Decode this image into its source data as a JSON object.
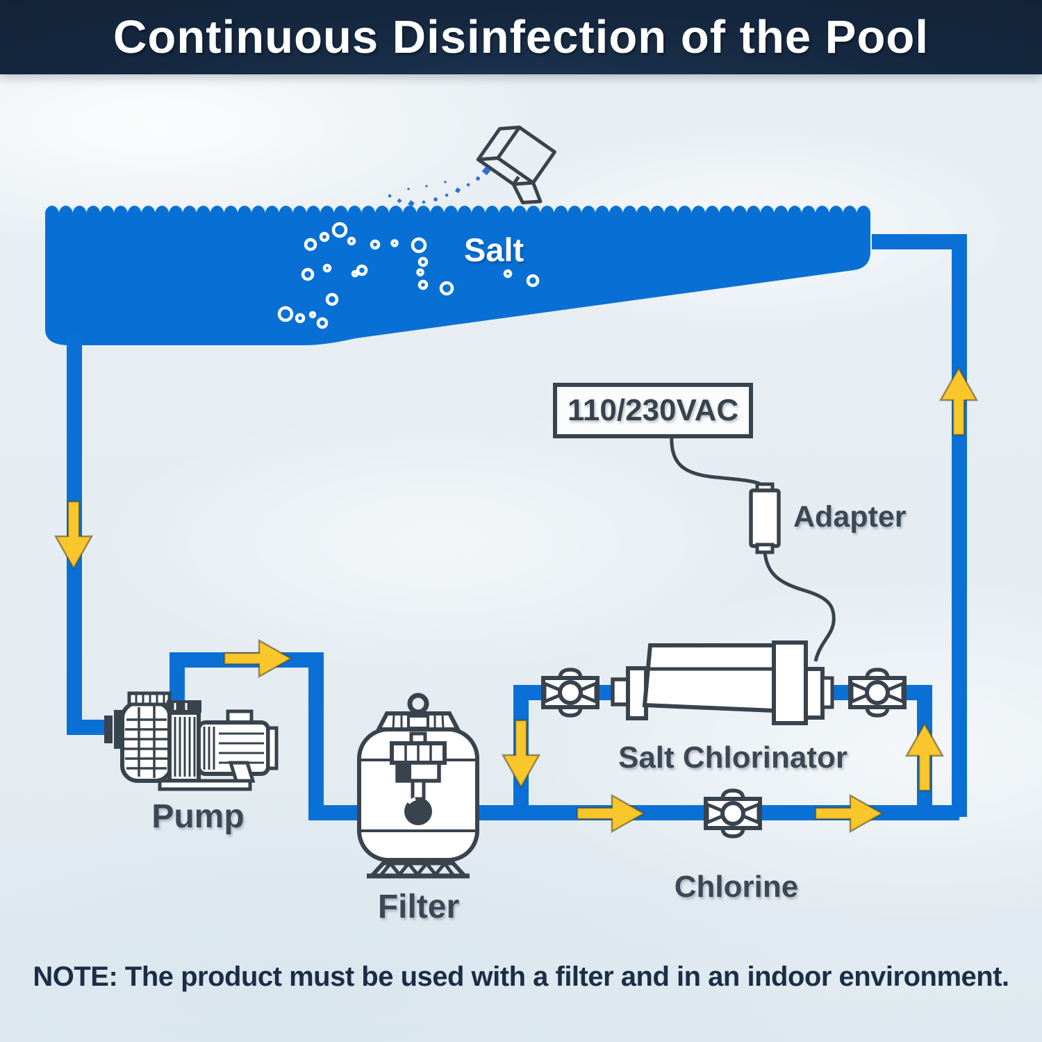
{
  "header": {
    "title": "Continuous Disinfection of the Pool"
  },
  "pool": {
    "salt_label": "Salt"
  },
  "power": {
    "source_label": "110/230VAC",
    "adapter_label": "Adapter"
  },
  "components": {
    "pump_label": "Pump",
    "filter_label": "Filter",
    "chlorinator_label": "Salt Chlorinator",
    "chlorine_label": "Chlorine"
  },
  "note": {
    "text": "NOTE: The product must be used with a filter and in an indoor environment."
  },
  "icons": {
    "salt_box": "open-salt-box-icon",
    "pump": "pool-pump-icon",
    "filter": "sand-filter-icon",
    "chlorinator": "salt-cell-icon",
    "adapter": "power-adapter-icon",
    "valve": "ball-valve-icon",
    "flow_arrow": "flow-arrow-icon"
  },
  "colors": {
    "header_bg": "#152840",
    "water_blue": "#0870d4",
    "arrow_yellow": "#f9c72b",
    "line_dark": "#39434e",
    "label_dark": "#3d4754",
    "note_text": "#1b2d47",
    "background": "#e9eff3"
  }
}
